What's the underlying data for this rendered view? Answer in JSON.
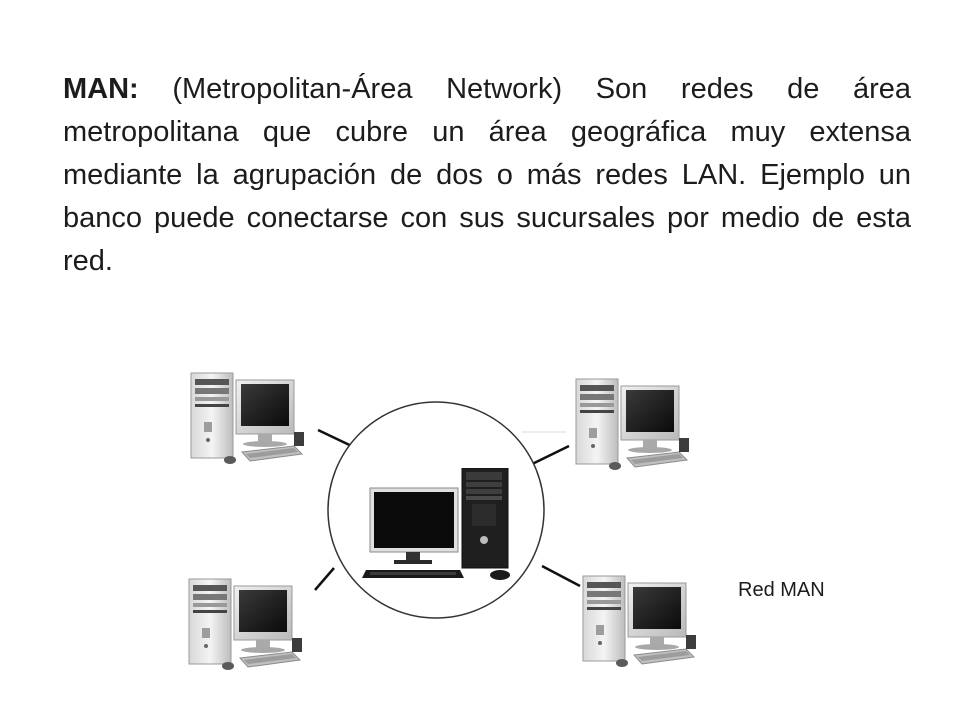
{
  "slide": {
    "term": "MAN:",
    "body": " (Metropolitan-Área Network) Son redes de área metropolitana que cubre un área geográfica muy extensa mediante la agrupación de dos o más redes LAN. Ejemplo un banco puede conectarse con sus sucursales por medio de esta red.",
    "caption": "Red MAN"
  },
  "diagram": {
    "hub": "computer-icon",
    "nodes": [
      "computer-icon",
      "computer-icon",
      "computer-icon",
      "computer-icon"
    ]
  }
}
